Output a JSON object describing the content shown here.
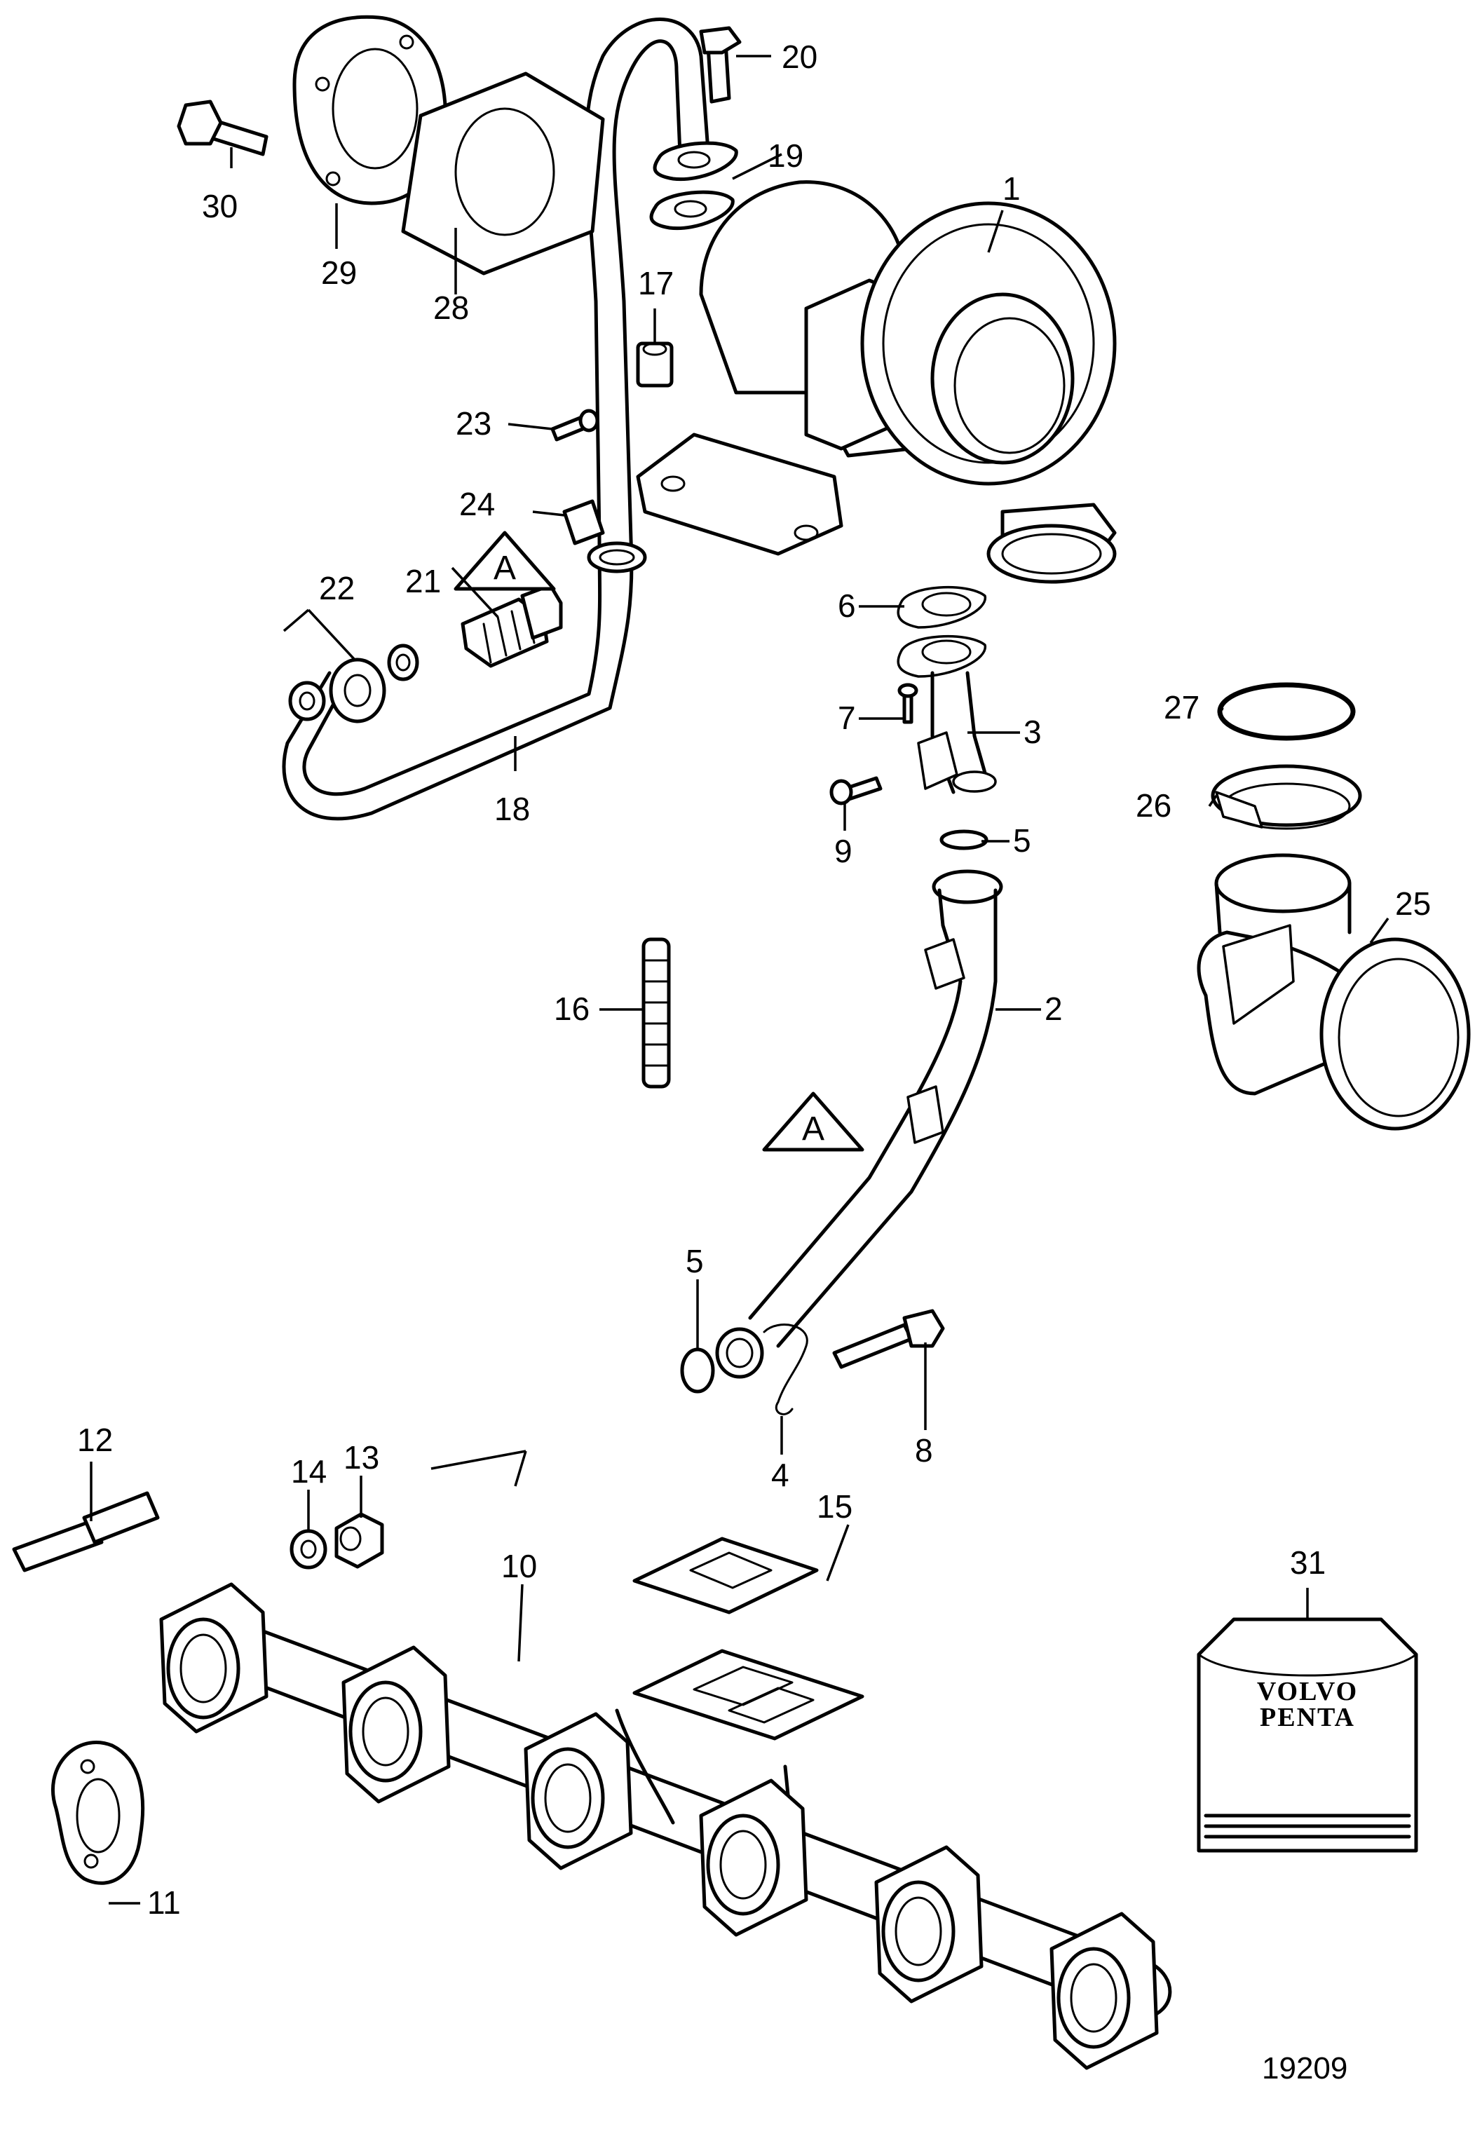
{
  "callouts": {
    "c1": "1",
    "c2": "2",
    "c3": "3",
    "c4": "4",
    "c5a": "5",
    "c5b": "5",
    "c6": "6",
    "c7": "7",
    "c8": "8",
    "c9": "9",
    "c10": "10",
    "c11": "11",
    "c12": "12",
    "c13": "13",
    "c14": "14",
    "c15": "15",
    "c16": "16",
    "c17": "17",
    "c18": "18",
    "c19": "19",
    "c20": "20",
    "c21": "21",
    "c22": "22",
    "c23": "23",
    "c24": "24",
    "c25": "25",
    "c26": "26",
    "c27": "27",
    "c28": "28",
    "c29": "29",
    "c30": "30",
    "c31": "31"
  },
  "markers": {
    "a1": "A",
    "a2": "A"
  },
  "kit_label": {
    "line1": "VOLVO",
    "line2": "PENTA"
  },
  "figure_number": "19209"
}
